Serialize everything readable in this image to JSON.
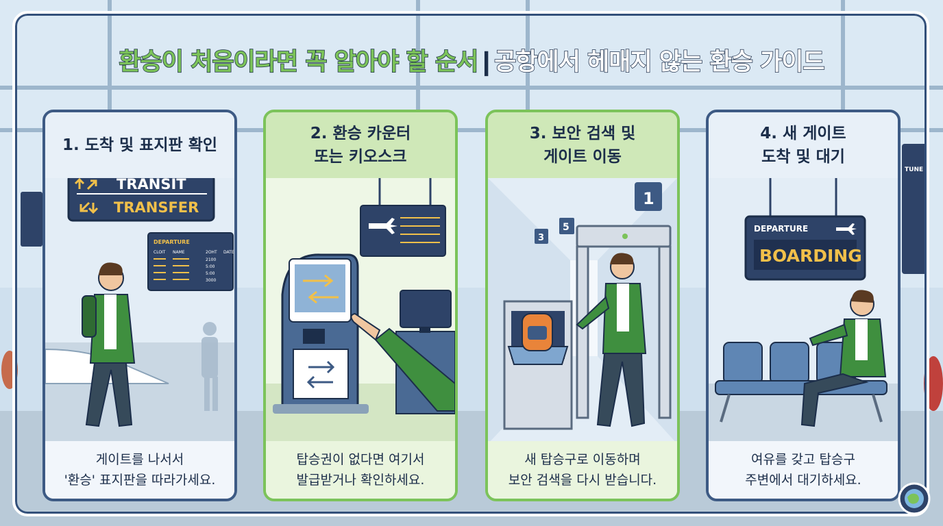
{
  "title": {
    "main": "환승이 처음이라면 꼭 알아야 할 순서",
    "separator": "|",
    "sub": "공항에서 헤매지 않는 환승 가이드"
  },
  "colors": {
    "navy": "#1c2e4a",
    "accent_green": "#7cc35a",
    "panel_blue_border": "#3d5a84",
    "sign_blue": "#2e4368",
    "sign_gold": "#f1c04a"
  },
  "steps": [
    {
      "heading": "1. 도착 및 표지판 확인",
      "sign": {
        "line1": "TRANSIT",
        "line2": "TRANSFER"
      },
      "board": {
        "title": "DEPARTURE",
        "cols": [
          "CLOIT",
          "NAME",
          "2OHT",
          "DATE"
        ],
        "rows": [
          "2100",
          "5:00",
          "5:00",
          "3000"
        ]
      },
      "caption": "게이트를 나서서\n'환승' 표지판을 따라가세요."
    },
    {
      "heading": "2. 환승 카운터\n또는 키오스크",
      "caption": "탑승권이 없다면 여기서\n발급받거나 확인하세요."
    },
    {
      "heading": "3. 보안 검색 및\n게이트 이동",
      "gate_numbers": [
        "1",
        "3",
        "5"
      ],
      "caption": "새 탑승구로 이동하며\n보안 검색을 다시 받습니다."
    },
    {
      "heading": "4. 새 게이트\n도착 및 대기",
      "sign": {
        "line1": "DEPARTURE",
        "line2": "BOARDING"
      },
      "caption": "여유를 갖고 탑승구\n주변에서 대기하세요."
    }
  ],
  "side_board": {
    "label": "TUNE"
  },
  "icons": [
    "transit-arrows-icon",
    "transfer-arrows-icon",
    "plane-icon",
    "swap-arrows-icon",
    "globe-badge-icon"
  ]
}
